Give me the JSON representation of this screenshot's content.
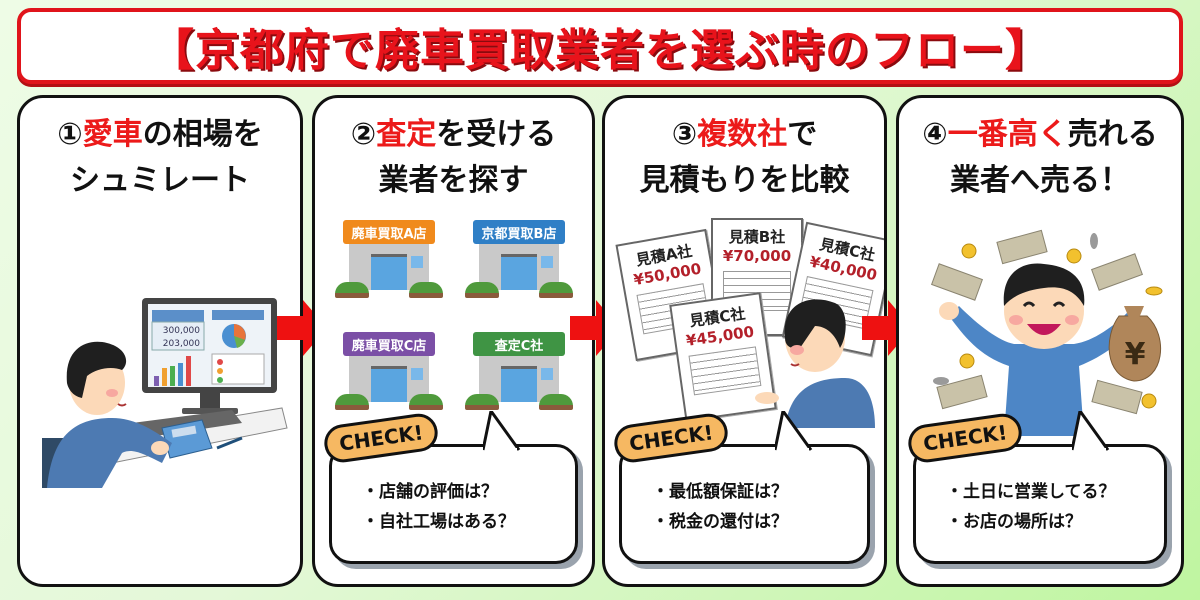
{
  "title": "【京都府で廃車買取業者を選ぶ時のフロー】",
  "colors": {
    "title_red": "#e8131b",
    "highlight_red": "#ec1a1a",
    "arrow_red": "#ee1111",
    "check_tag_orange": "#f6b862",
    "background_green": "#bff5a0"
  },
  "steps": [
    {
      "number": "①",
      "highlight": "愛車",
      "line1_rest": "の相場を",
      "line2": "シュミレート",
      "illustration": "man-at-computer-with-calculator",
      "screen": {
        "value1": "300,000",
        "value2": "203,000"
      }
    },
    {
      "number": "②",
      "highlight": "査定",
      "line1_rest": "を受ける",
      "line2": "業者を探す",
      "illustration": "four-stores",
      "stores": [
        {
          "name": "廃車買取A店",
          "color": "#f08a1c"
        },
        {
          "name": "京都買取B店",
          "color": "#2f7fc6"
        },
        {
          "name": "廃車買取C店",
          "color": "#7b4fa6"
        },
        {
          "name": "査定C社",
          "color": "#3f9444"
        }
      ],
      "check": {
        "tag": "CHECK!",
        "items": [
          "店舗の評価は？",
          "自社工場はある？"
        ]
      }
    },
    {
      "number": "③",
      "highlight": "複数社",
      "line1_rest": "で",
      "line2": "見積もりを比較",
      "illustration": "man-comparing-estimates",
      "estimates": [
        {
          "name": "見積A社",
          "price": "¥50,000"
        },
        {
          "name": "見積B社",
          "price": "¥70,000"
        },
        {
          "name": "見積C社",
          "price": "¥40,000"
        },
        {
          "name": "見積C社",
          "price": "¥45,000"
        }
      ],
      "check": {
        "tag": "CHECK!",
        "items": [
          "最低額保証は？",
          "税金の還付は？"
        ]
      }
    },
    {
      "number": "④",
      "highlight": "一番高く",
      "line1_rest": "売れる",
      "line2": "業者へ売る！",
      "illustration": "happy-man-with-money-bag",
      "money_bag_symbol": "¥",
      "check": {
        "tag": "CHECK!",
        "items": [
          "土日に営業してる？",
          "お店の場所は？"
        ]
      }
    }
  ]
}
